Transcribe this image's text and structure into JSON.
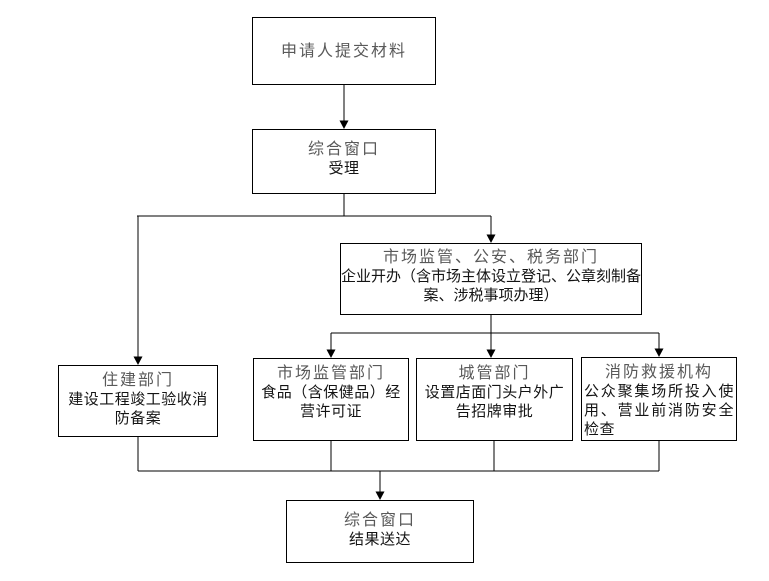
{
  "page": {
    "background_color": "#ffffff",
    "line_color": "#000000",
    "box_border_color": "#000000",
    "title_text_color": "#595959",
    "body_text_color": "#141414"
  },
  "flowchart": {
    "nodes": [
      {
        "id": "applicant",
        "title": "申请人提交材料",
        "body": ""
      },
      {
        "id": "window-accept",
        "title": "综合窗口",
        "body": "受理"
      },
      {
        "id": "market-police-tax",
        "title": "市场监管、公安、税务部门",
        "body": "企业开办（含市场主体设立登记、公章刻制备案、涉税事项办理）"
      },
      {
        "id": "housing",
        "title": "住建部门",
        "body": "建设工程竣工验收消防备案"
      },
      {
        "id": "market-reg",
        "title": "市场监管部门",
        "body": "食品（含保健品）经营许可证"
      },
      {
        "id": "urban-mgmt",
        "title": "城管部门",
        "body": "设置店面门头户外广告招牌审批"
      },
      {
        "id": "fire-rescue",
        "title": "消防救援机构",
        "body": "公众聚集场所投入使用、营业前消防安全检查"
      },
      {
        "id": "window-deliver",
        "title": "综合窗口",
        "body": "结果送达"
      }
    ],
    "edges": [
      {
        "from": "applicant",
        "to": "window-accept"
      },
      {
        "from": "window-accept",
        "to": "housing"
      },
      {
        "from": "window-accept",
        "to": "market-police-tax"
      },
      {
        "from": "market-police-tax",
        "to": "market-reg"
      },
      {
        "from": "market-police-tax",
        "to": "urban-mgmt"
      },
      {
        "from": "market-police-tax",
        "to": "fire-rescue"
      },
      {
        "from": "housing",
        "to": "window-deliver"
      },
      {
        "from": "market-reg",
        "to": "window-deliver"
      },
      {
        "from": "urban-mgmt",
        "to": "window-deliver"
      },
      {
        "from": "fire-rescue",
        "to": "window-deliver"
      }
    ]
  }
}
